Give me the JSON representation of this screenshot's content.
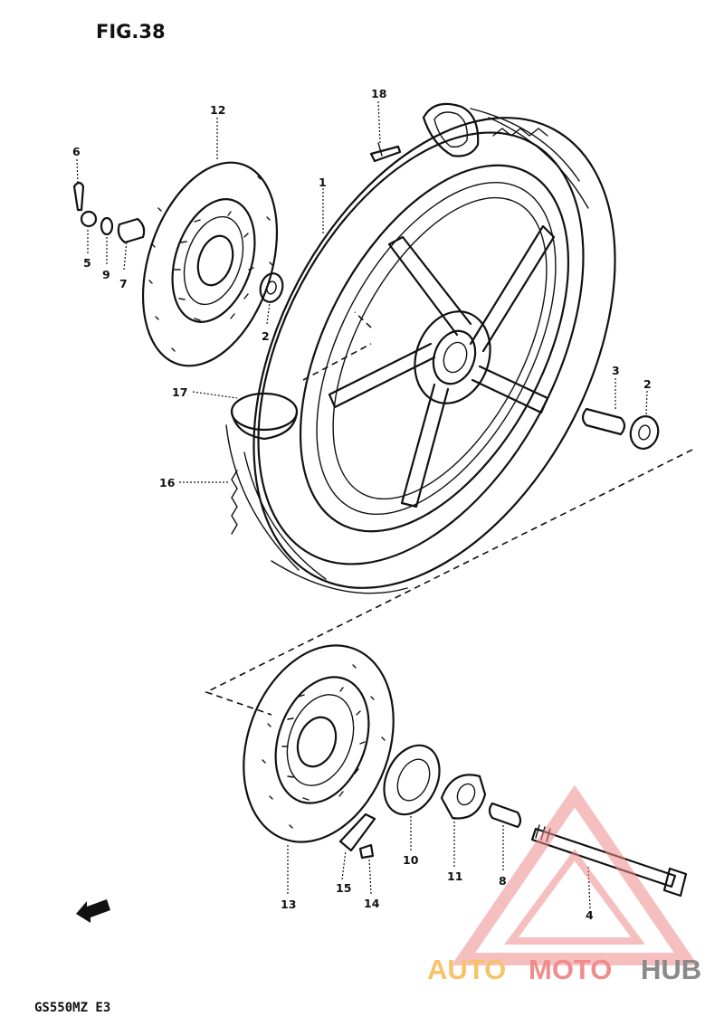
{
  "figure": {
    "title": "FIG.38",
    "model_code": "GS550MZ  E3"
  },
  "watermark": {
    "part1": "AUTO",
    "part2": "MOTO",
    "part3": "HUB",
    "color_auto": "#f6c36a",
    "color_moto": "#f08c8c",
    "color_hub": "#8a8a8a",
    "logo_color": "#f08c8c"
  },
  "callouts": [
    {
      "id": "p1",
      "label": "1"
    },
    {
      "id": "p2a",
      "label": "2"
    },
    {
      "id": "p2b",
      "label": "2"
    },
    {
      "id": "p3",
      "label": "3"
    },
    {
      "id": "p4",
      "label": "4"
    },
    {
      "id": "p5",
      "label": "5"
    },
    {
      "id": "p6",
      "label": "6"
    },
    {
      "id": "p7",
      "label": "7"
    },
    {
      "id": "p8",
      "label": "8"
    },
    {
      "id": "p9",
      "label": "9"
    },
    {
      "id": "p10",
      "label": "10"
    },
    {
      "id": "p11",
      "label": "11"
    },
    {
      "id": "p12",
      "label": "12"
    },
    {
      "id": "p13",
      "label": "13"
    },
    {
      "id": "p14",
      "label": "14"
    },
    {
      "id": "p15",
      "label": "15"
    },
    {
      "id": "p16",
      "label": "16"
    },
    {
      "id": "p17",
      "label": "17"
    },
    {
      "id": "p18",
      "label": "18"
    }
  ],
  "direction_arrow_icon": "front-arrow-icon"
}
